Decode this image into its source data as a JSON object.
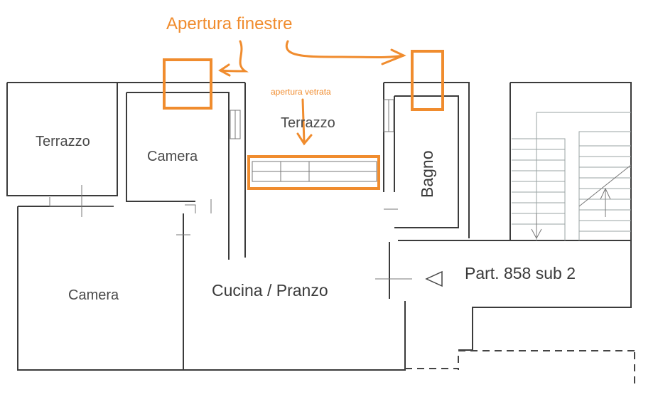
{
  "annotations": {
    "window_opening": "Apertura finestre",
    "glass_door_opening": "apertura vetrata"
  },
  "rooms": {
    "terrazzo_left": "Terrazzo",
    "camera_small": "Camera",
    "terrazzo_center": "Terrazzo",
    "bagno": "Bagno",
    "camera_large": "Camera",
    "cucina_pranzo": "Cucina / Pranzo",
    "parcel": "Part. 858 sub 2"
  },
  "colors": {
    "annotation": "#f08c2e",
    "walls": "#3b3b3b",
    "text": "#4a4a4a"
  }
}
